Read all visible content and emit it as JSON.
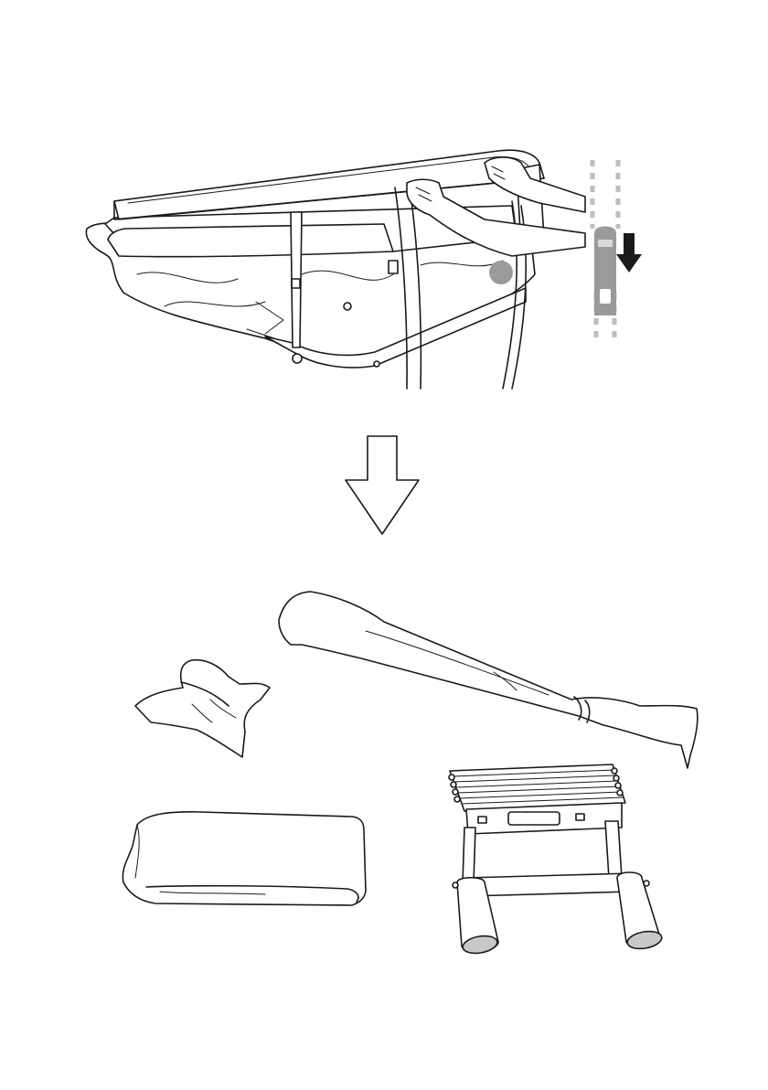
{
  "figure": {
    "steps": [
      {
        "name": "unpack-tent",
        "action": "unzip cover"
      },
      {
        "name": "contents",
        "items": [
          "cushion-bag",
          "pole-bag",
          "mattress",
          "telescopic-ladder"
        ]
      }
    ],
    "icons": [
      "zipper-icon",
      "down-arrow-icon"
    ],
    "colors": {
      "line": "#1a1a1a",
      "zipper_dash": "#bdbdbd",
      "zipper_body": "#9a9a9a",
      "background": "#ffffff"
    }
  }
}
